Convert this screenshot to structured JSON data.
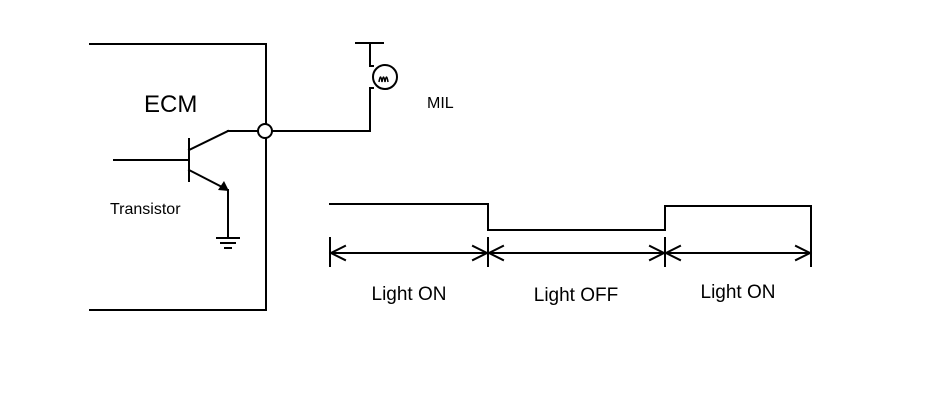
{
  "ecm": {
    "label": "ECM"
  },
  "transistor": {
    "label": "Transistor"
  },
  "mil": {
    "label": "MIL"
  },
  "timing": {
    "segments": [
      {
        "label": "Light ON"
      },
      {
        "label": "Light OFF"
      },
      {
        "label": "Light ON"
      }
    ]
  }
}
